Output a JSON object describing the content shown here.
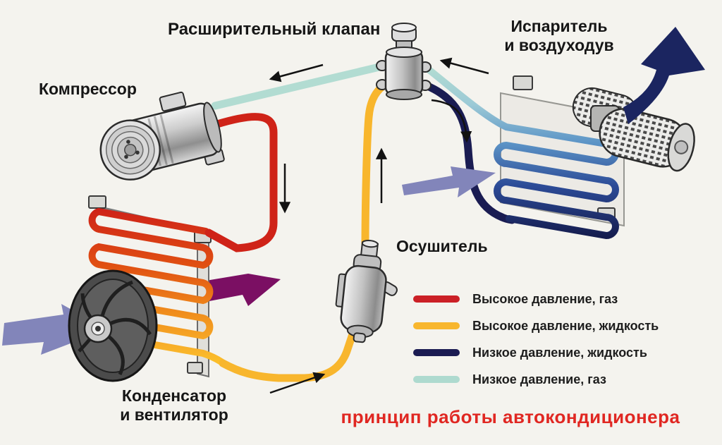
{
  "title": "принцип работы автокондиционера",
  "title_color": "#e02722",
  "labels": {
    "expansion_valve": "Расширительный клапан",
    "evaporator_line1": "Испаритель",
    "evaporator_line2": "и воздуходув",
    "compressor": "Компрессор",
    "dryer": "Осушитель",
    "condenser_line1": "Конденсатор",
    "condenser_line2": "и вентилятор"
  },
  "legend": {
    "items": [
      {
        "label": "Высокое давление, газ",
        "color": "#cb2026"
      },
      {
        "label": "Высокое давление, жидкость",
        "color": "#f8b62d"
      },
      {
        "label": "Низкое давление, жидкость",
        "color": "#1b1b52"
      },
      {
        "label": "Низкое давление, газ",
        "color": "#aedacf"
      }
    ]
  },
  "diagram_colors": {
    "high_pressure_gas": "#cf2318",
    "high_pressure_liquid": "#f8b62d",
    "low_pressure_liquid": "#1a1c52",
    "low_pressure_gas": "#b2dcd2",
    "air_in_arrow": "#8285ba",
    "hot_air_arrow": "#7b0f63",
    "cold_air_arrow": "#1b2560"
  }
}
